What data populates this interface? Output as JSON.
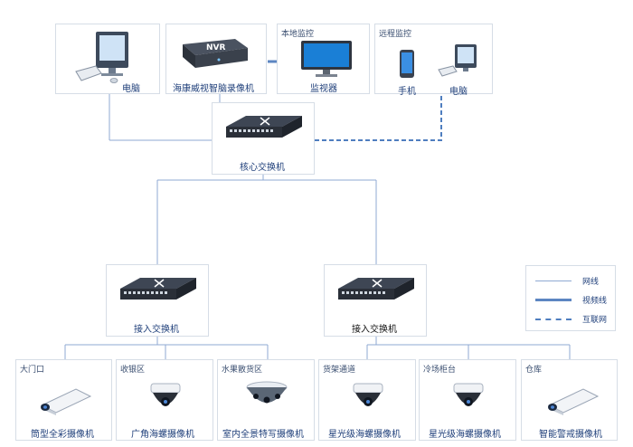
{
  "top": {
    "pc": {
      "label": "电脑"
    },
    "nvr": {
      "label": "海康威视智脑录像机",
      "badge": "NVR"
    },
    "local_monitor": {
      "title": "本地监控",
      "label": "监视器"
    },
    "remote_monitor": {
      "title": "远程监控",
      "phone_label": "手机",
      "pc_label": "电脑"
    }
  },
  "core_switch": {
    "label": "核心交换机"
  },
  "access_left": {
    "label": "接入交换机"
  },
  "access_right": {
    "label": "接入交换机"
  },
  "legend": {
    "items": [
      {
        "label": "网线",
        "style": "thin",
        "color": "#8fa9d3"
      },
      {
        "label": "视频线",
        "style": "thick",
        "color": "#5d86c2"
      },
      {
        "label": "互联网",
        "style": "dashed",
        "color": "#4f7ebf"
      }
    ]
  },
  "cameras": [
    {
      "location": "大门口",
      "label": "筒型全彩摄像机",
      "type": "bullet"
    },
    {
      "location": "收银区",
      "label": "广角海螺摄像机",
      "type": "dome"
    },
    {
      "location": "水果散货区",
      "label": "室内全景特写摄像机",
      "type": "panoramic"
    },
    {
      "location": "货架通道",
      "label": "星光级海螺摄像机",
      "type": "dome"
    },
    {
      "location": "冷场柜台",
      "label": "星光级海螺摄像机",
      "type": "dome"
    },
    {
      "location": "仓库",
      "label": "智能警戒摄像机",
      "type": "bullet"
    }
  ]
}
